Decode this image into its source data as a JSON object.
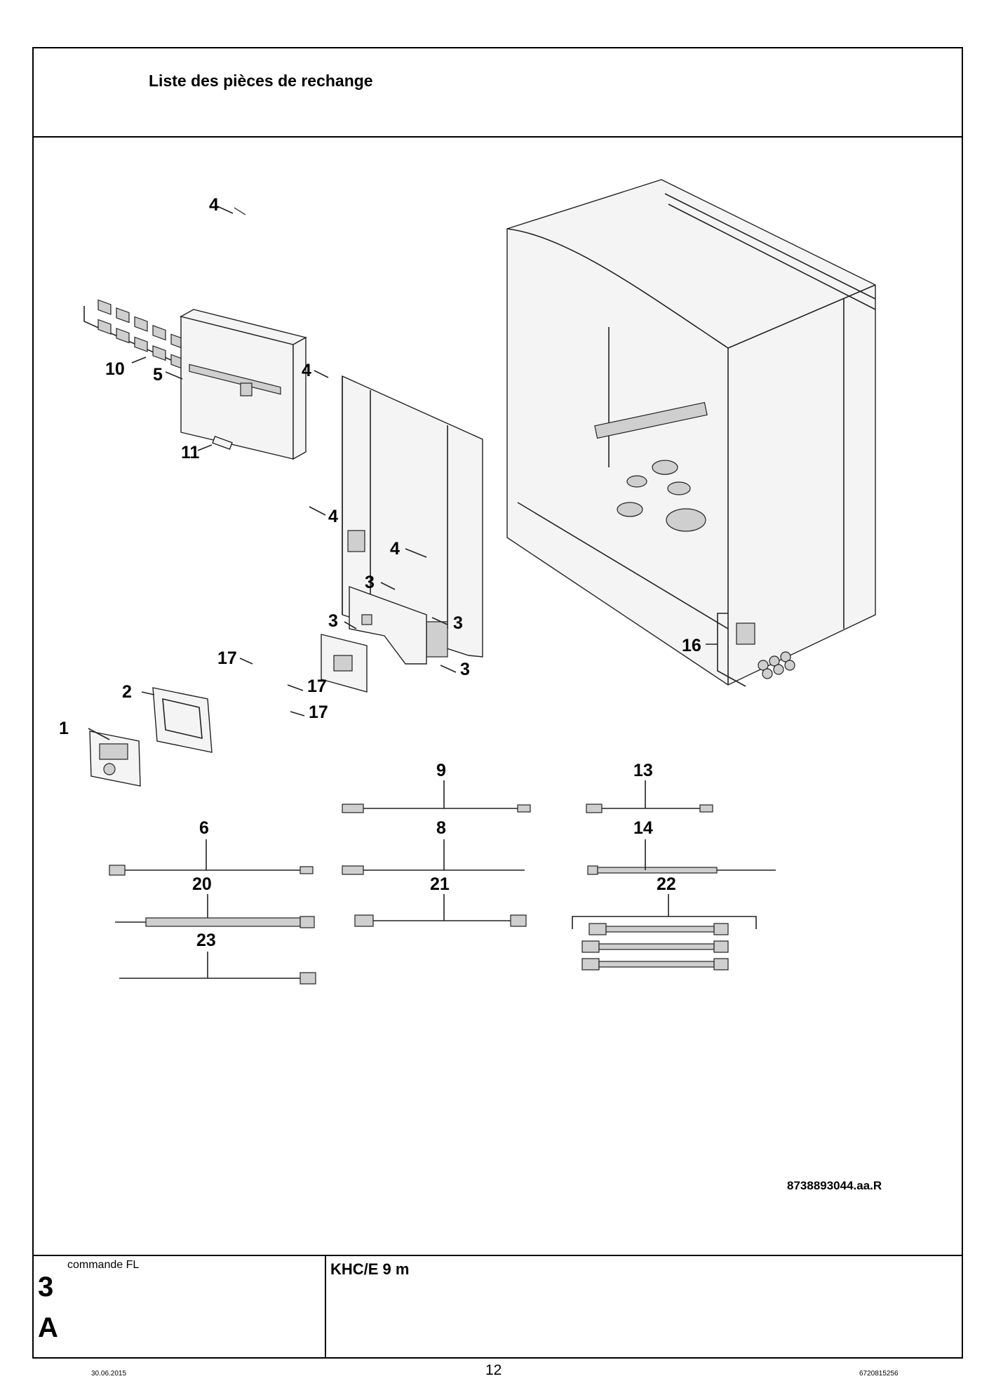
{
  "header": {
    "title": "Liste des pièces de rechange"
  },
  "callouts": {
    "c10": "10",
    "c4a": "4",
    "c5": "5",
    "c4b": "4",
    "c11": "11",
    "c4c": "4",
    "c4d": "4",
    "c3a": "3",
    "c3b": "3",
    "c3c": "3",
    "c3d": "3",
    "c16": "16",
    "c17a": "17",
    "c2": "2",
    "c17b": "17",
    "c17c": "17",
    "c1": "1",
    "c9": "9",
    "c13": "13",
    "c6": "6",
    "c8": "8",
    "c14": "14",
    "c20": "20",
    "c21": "21",
    "c22": "22",
    "c23": "23"
  },
  "drawing_ref": "8738893044.aa.R",
  "title_block": {
    "number": "3",
    "letter": "A",
    "group": "commande FL",
    "model": "KHC/E 9 m"
  },
  "footer": {
    "date": "30.06.2015",
    "page": "12",
    "doc_code": "6720815256"
  }
}
